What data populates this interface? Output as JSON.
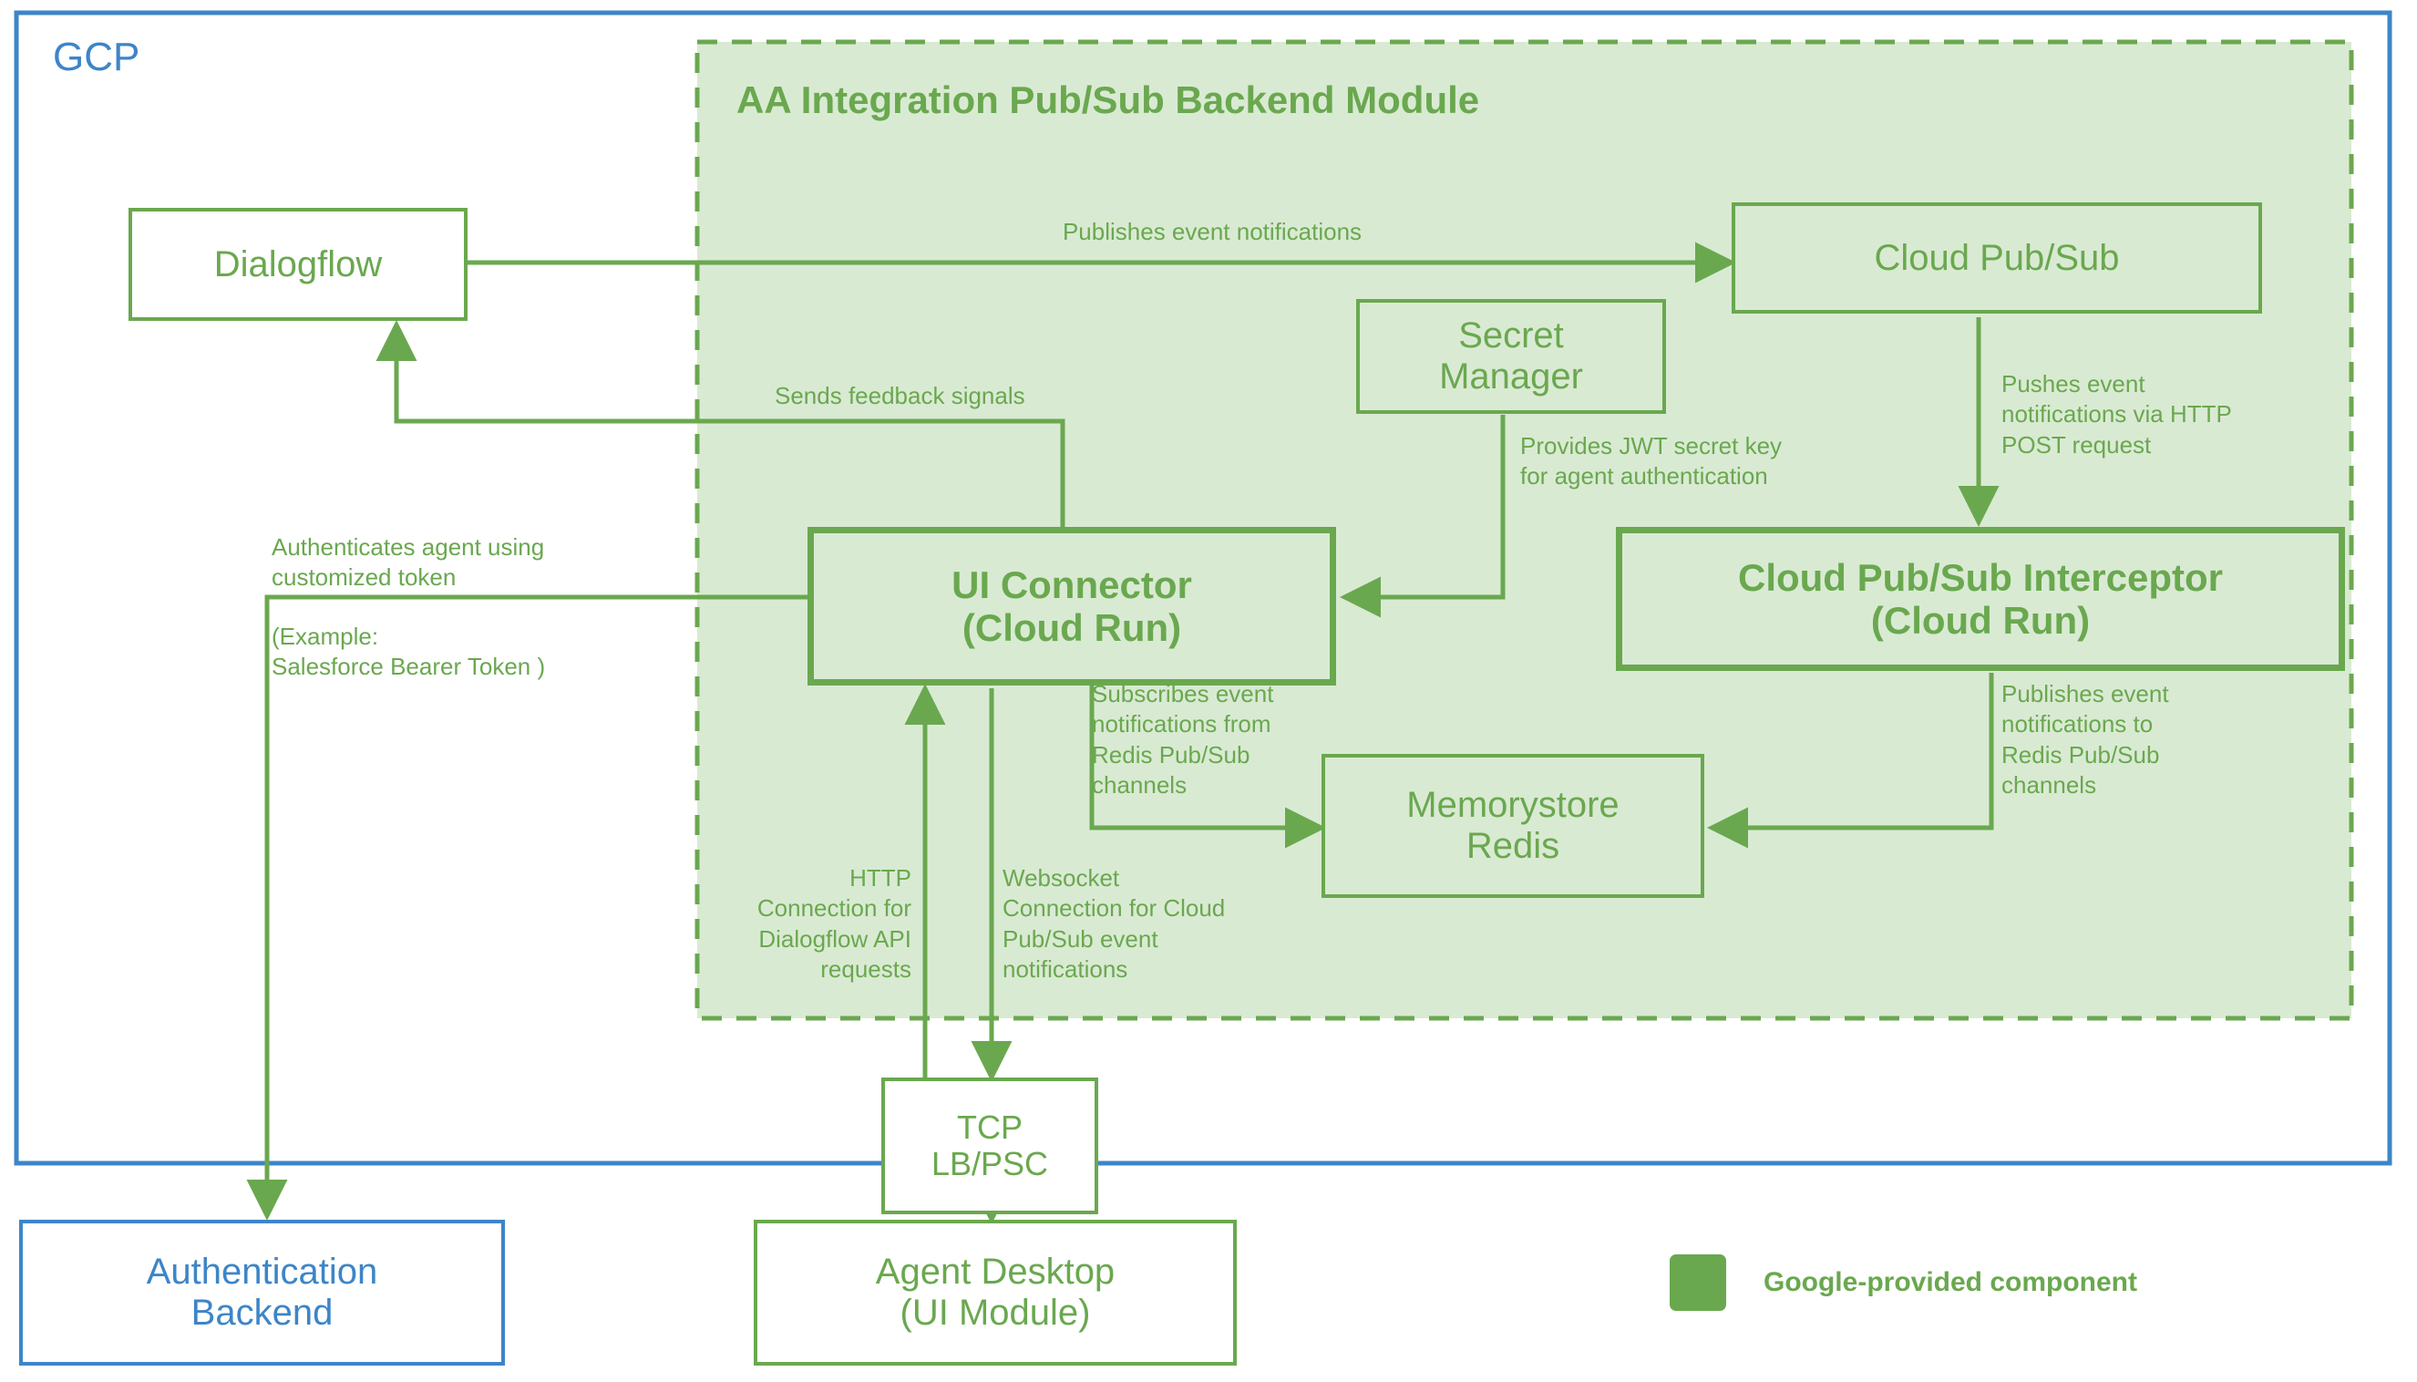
{
  "diagram": {
    "title": "AA Integration Pub/Sub Backend Module",
    "cloud_label": "GCP"
  },
  "colors": {
    "green": "#6aa84f",
    "green_fill": "#d9ead3",
    "blue": "#3d85c8",
    "white": "#ffffff"
  },
  "nodes": {
    "dialogflow": "Dialogflow",
    "cloud_pubsub": "Cloud Pub/Sub",
    "secret_manager": "Secret\nManager",
    "ui_connector": "UI Connector\n(Cloud Run)",
    "pubsub_interceptor": "Cloud Pub/Sub Interceptor\n(Cloud Run)",
    "memorystore_redis": "Memorystore\nRedis",
    "tcp_lb_psc": "TCP\nLB/PSC",
    "agent_desktop": "Agent Desktop\n(UI Module)",
    "auth_backend": "Authentication\nBackend"
  },
  "edges": {
    "publishes_event_notifications": "Publishes event notifications",
    "sends_feedback_signals": "Sends feedback signals",
    "provides_jwt": "Provides JWT secret key\nfor agent authentication",
    "pushes_event_http": "Pushes event\nnotifications via HTTP\nPOST request",
    "authenticates_agent": "Authenticates agent using\ncustomized token",
    "authenticates_agent_example": "(Example:\nSalesforce Bearer Token )",
    "subscribes_event": "Subscribes event\nnotifications from\nRedis Pub/Sub\nchannels",
    "publishes_to_redis": "Publishes event\nnotifications to\nRedis Pub/Sub\nchannels",
    "http_connection": "HTTP\nConnection for\nDialogflow API\nrequests",
    "websocket_connection": "Websocket\nConnection for Cloud\nPub/Sub event\nnotifications"
  },
  "legend": {
    "swatch_color": "#6aa84f",
    "label": "Google-provided component"
  }
}
